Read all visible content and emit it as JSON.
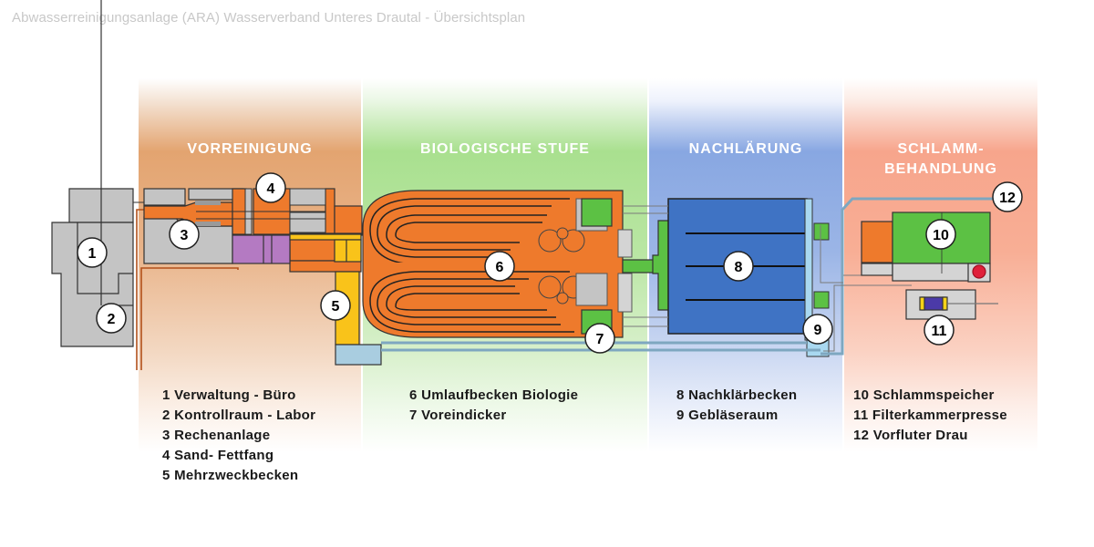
{
  "title": "Abwasserreinigungsanlage (ARA) Wasserverband Unteres Drautal - Übersichtsplan",
  "sections": [
    {
      "id": "vorreinigung",
      "heading": "VORREINIGUNG",
      "color": "#e3a470",
      "legend": [
        "1 Verwaltung - Büro",
        "2 Kontrollraum - Labor",
        "3 Rechenanlage",
        "4 Sand- Fettfang",
        "5 Mehrzweckbecken"
      ]
    },
    {
      "id": "biologie",
      "heading": "BIOLOGISCHE STUFE",
      "color": "#a9e08f",
      "legend": [
        "6 Umlaufbecken Biologie",
        "7 Voreindicker"
      ]
    },
    {
      "id": "nachklaerung",
      "heading": "NACHLÄRUNG",
      "color": "#88a7e2",
      "legend": [
        "8 Nachklärbecken",
        "9 Gebläseraum"
      ]
    },
    {
      "id": "schlamm",
      "heading_lines": [
        "SCHLAMM-",
        "BEHANDLUNG"
      ],
      "color": "#f7a58c",
      "legend": [
        "10 Schlammspeicher",
        "11 Filterkammerpresse",
        "12 Vorfluter Drau"
      ]
    }
  ],
  "markers": [
    "1",
    "2",
    "3",
    "4",
    "5",
    "6",
    "7",
    "8",
    "9",
    "10",
    "11",
    "12"
  ],
  "colors": {
    "building_gray": "#c4c4c4",
    "basin_orange": "#ee7a2c",
    "clarifier_blue": "#3f73c4",
    "green": "#5cc144",
    "yellow": "#f9c31a",
    "purple": "#b47ac2",
    "light_blue": "#a9cde0"
  }
}
